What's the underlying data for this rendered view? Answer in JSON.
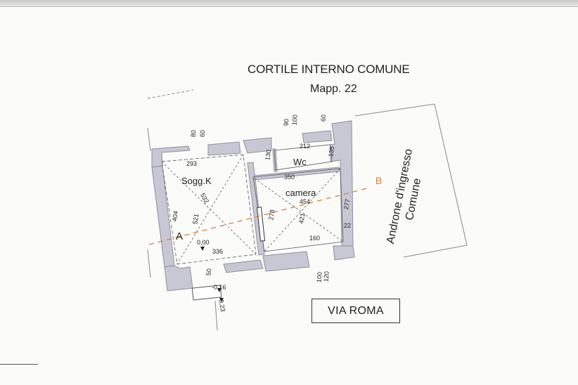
{
  "plan": {
    "title": "CORTILE INTERNO COMUNE",
    "subtitle": "Mapp. 22",
    "street": "VIA ROMA",
    "passage_line1": "Androne d'ingresso",
    "passage_line2": "Comune",
    "rooms": {
      "sogg": "Sogg.K",
      "wc": "Wc",
      "camera": "camera"
    },
    "section_a": "A",
    "section_b": "B",
    "dimensions": {
      "d293": "293",
      "d212": "212",
      "d130": "130",
      "d135": "135",
      "d350": "350",
      "d532": "532",
      "d521": "521",
      "d404": "404",
      "d454": "454",
      "d421": "421",
      "d278": "278",
      "d277": "277",
      "d160": "160",
      "d336": "336",
      "d000": "0,00",
      "d016": "-0,16",
      "d023": "-0,23",
      "d50": "50",
      "d100": "100",
      "d120": "120",
      "d80": "80",
      "d60a": "60",
      "d90": "90",
      "d100b": "100",
      "d60b": "60",
      "d22": "22"
    }
  },
  "colors": {
    "wall": "#c8c8d4",
    "wall_edge": "#8f8f9c",
    "section_line": "#e07a2c",
    "ink": "#222222"
  }
}
